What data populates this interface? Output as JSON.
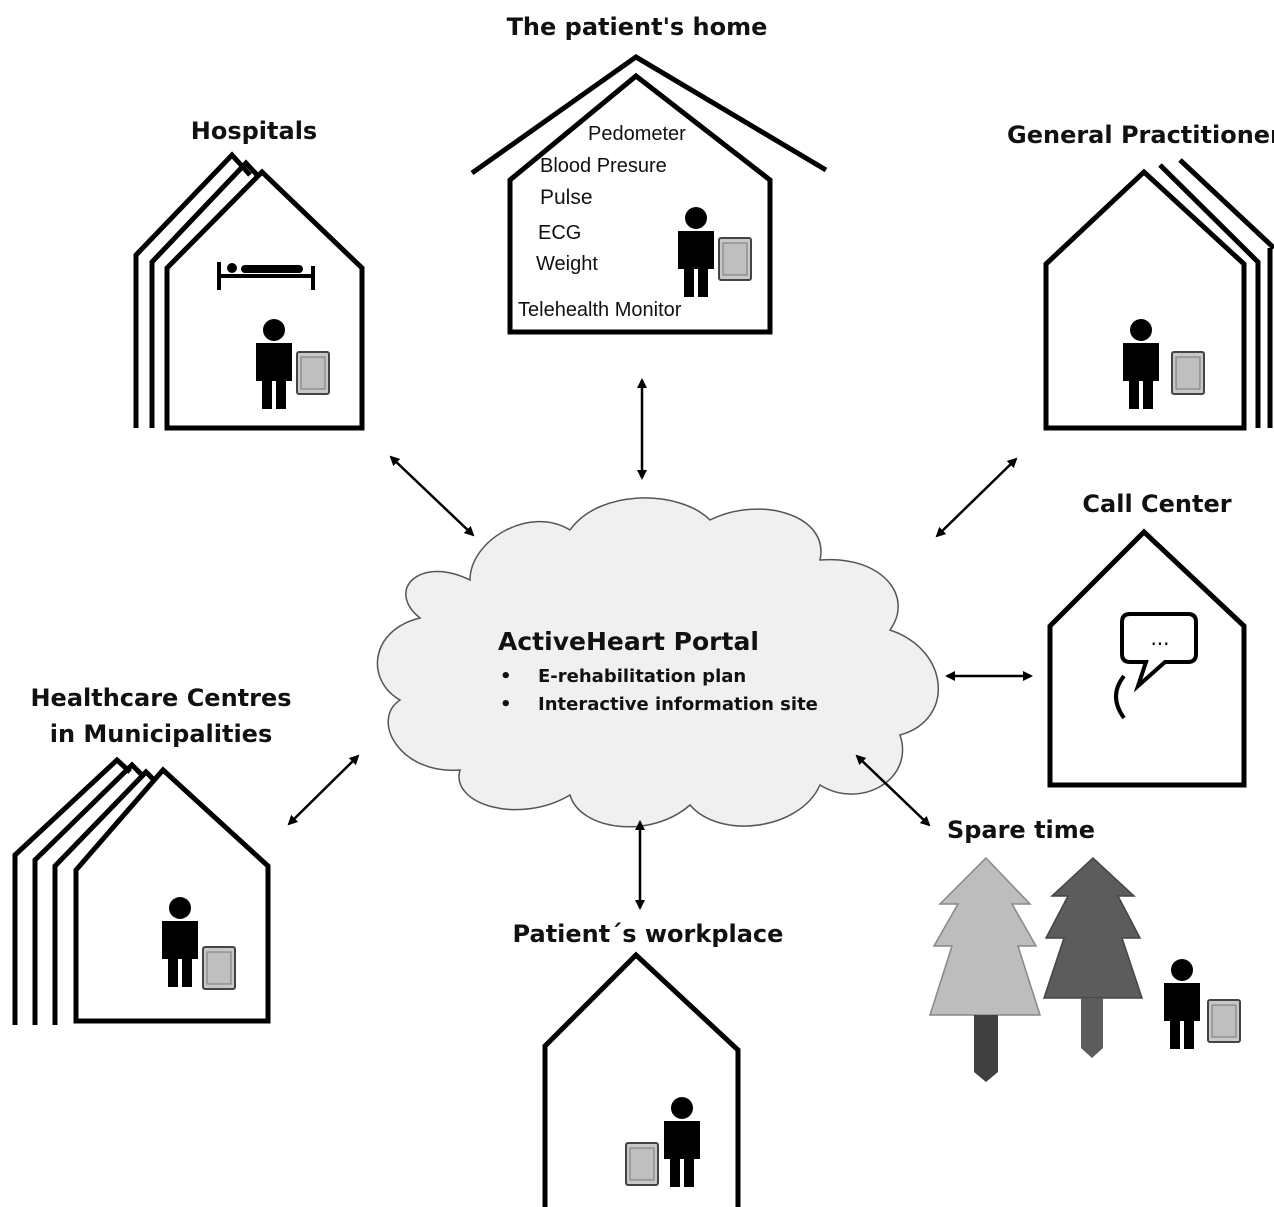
{
  "portal": {
    "title": "ActiveHeart Portal",
    "bullets": [
      "E-rehabilitation plan",
      "Interactive information site"
    ],
    "bullet_symbol": "•"
  },
  "locations": {
    "home": "The patient's home",
    "hospitals": "Hospitals",
    "gp": "General Practitioners",
    "call_center": "Call Center",
    "healthcare_line1": "Healthcare Centres",
    "healthcare_line2": "in Municipalities",
    "workplace": "Patient´s workplace",
    "spare_time": "Spare time"
  },
  "home_devices": {
    "pedometer": "Pedometer",
    "blood_pressure": "Blood Presure",
    "pulse": "Pulse",
    "ecg": "ECG",
    "weight": "Weight",
    "monitor": "Telehealth Monitor"
  },
  "call_bubble": "...",
  "colors": {
    "cloud_fill": "#f0f0f0",
    "tablet_fill": "#c8c8c8",
    "tree_light": "#bdbdbd",
    "tree_dark": "#5c5c5c",
    "trunk": "#404040"
  }
}
